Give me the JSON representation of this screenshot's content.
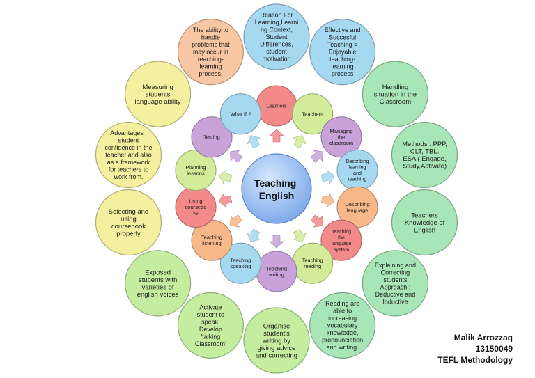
{
  "center": {
    "lines": [
      "Teaching",
      "English"
    ]
  },
  "inner_nodes": [
    {
      "lines": [
        "Learners"
      ],
      "color": "#f28a8a"
    },
    {
      "lines": [
        "Teachers"
      ],
      "color": "#d2ec9a"
    },
    {
      "lines": [
        "Managing",
        "the",
        "classroom"
      ],
      "color": "#c8a2d8"
    },
    {
      "lines": [
        "Describing",
        "learning",
        "and",
        "teaching"
      ],
      "color": "#a6d8f0"
    },
    {
      "lines": [
        "Describing",
        "language"
      ],
      "color": "#f7b88a"
    },
    {
      "lines": [
        "Teaching",
        "the",
        "language",
        "system"
      ],
      "color": "#f28a8a"
    },
    {
      "lines": [
        "Teaching",
        "reading"
      ],
      "color": "#d2ec9a"
    },
    {
      "lines": [
        "Teaching",
        "writing"
      ],
      "color": "#c8a2d8"
    },
    {
      "lines": [
        "Teaching",
        "speaking"
      ],
      "color": "#a6d8f0"
    },
    {
      "lines": [
        "Teaching",
        "listening"
      ],
      "color": "#f7b88a"
    },
    {
      "lines": [
        "Using",
        "coursebo",
        "ks"
      ],
      "color": "#f28a8a"
    },
    {
      "lines": [
        "Planning",
        "lessons"
      ],
      "color": "#d2ec9a"
    },
    {
      "lines": [
        "Testing"
      ],
      "color": "#c8a2d8"
    },
    {
      "lines": [
        "What if ?"
      ],
      "color": "#a6d8f0"
    }
  ],
  "outer_nodes": [
    {
      "lines": [
        "Reason For",
        "Learning,Learni",
        "ng Context,",
        "Student",
        "Differences,",
        "student",
        "motivation"
      ],
      "color": "#a6d8f0"
    },
    {
      "lines": [
        "Effective and",
        "Succesful",
        "Teaching =",
        "Enjoyable",
        "teaching-",
        "learning",
        "process"
      ],
      "color": "#a6d8f0"
    },
    {
      "lines": [
        "Handling",
        "situation in the",
        "Classroom"
      ],
      "color": "#a8e6b8"
    },
    {
      "lines": [
        "Methods : PPP,",
        "CLT, TBL.",
        "ESA ( Engage,",
        "Study,Activate)"
      ],
      "color": "#a8e6b8"
    },
    {
      "lines": [
        "Teachers",
        "Knowledge of",
        "English"
      ],
      "color": "#a8e6b8"
    },
    {
      "lines": [
        "Explaining and",
        "Correcting",
        "students",
        "Approach :",
        "Deductive and",
        "Inductive"
      ],
      "color": "#a8e6b8"
    },
    {
      "lines": [
        "Reading are",
        "able to",
        "increasing",
        "vocabulary",
        "knowledge,",
        "pronounciation",
        "and writing."
      ],
      "color": "#a8e6b8"
    },
    {
      "lines": [
        "Organise",
        "student's",
        "writing by",
        "giving advice",
        "and correcting"
      ],
      "color": "#c5eda0"
    },
    {
      "lines": [
        "Activate",
        "student to",
        "speak.",
        "Develop",
        "'talking",
        "Classroom'"
      ],
      "color": "#c5eda0"
    },
    {
      "lines": [
        "Exposed",
        "students with",
        "varieties of",
        "english voices"
      ],
      "color": "#c5eda0"
    },
    {
      "lines": [
        "Selecting and",
        "using",
        "coursebook",
        "properly"
      ],
      "color": "#f4f0a0"
    },
    {
      "lines": [
        "Advantages :",
        "student",
        "confidence in the",
        "teacher and also",
        "as a framework",
        "for teachers to",
        "work from."
      ],
      "color": "#f4f0a0"
    },
    {
      "lines": [
        "Measuring",
        "students",
        "language ability"
      ],
      "color": "#f4f0a0"
    },
    {
      "lines": [
        "The ability to",
        "handle",
        "problems that",
        "may occur in",
        "teaching-",
        "learning",
        "process."
      ],
      "color": "#f7c6a2"
    }
  ],
  "credit": {
    "name": "Malik Arrozzaq",
    "id": "13150049",
    "course": "TEFL Methodology"
  }
}
